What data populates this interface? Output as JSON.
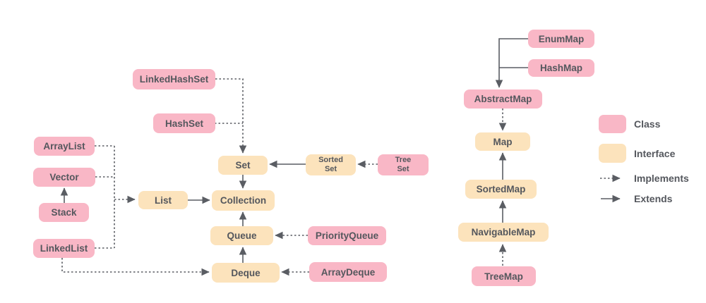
{
  "colors": {
    "class_fill": "#f9b7c6",
    "interface_fill": "#fce3bc",
    "arrow": "#5a5d63",
    "text": "#54575d",
    "background": "#ffffff"
  },
  "nodes": {
    "arraylist": {
      "label": "ArrayList",
      "type": "class"
    },
    "vector": {
      "label": "Vector",
      "type": "class"
    },
    "stack": {
      "label": "Stack",
      "type": "class"
    },
    "linkedlist": {
      "label": "LinkedList",
      "type": "class"
    },
    "linkedhashset": {
      "label": "LinkedHashSet",
      "type": "class"
    },
    "hashset": {
      "label": "HashSet",
      "type": "class"
    },
    "list": {
      "label": "List",
      "type": "interface"
    },
    "set": {
      "label": "Set",
      "type": "interface"
    },
    "collection": {
      "label": "Collection",
      "type": "interface"
    },
    "queue": {
      "label": "Queue",
      "type": "interface"
    },
    "deque": {
      "label": "Deque",
      "type": "interface"
    },
    "sortedset": {
      "lines": [
        "Sorted",
        "Set"
      ],
      "type": "interface"
    },
    "treeset": {
      "lines": [
        "Tree",
        "Set"
      ],
      "type": "class"
    },
    "priorityqueue": {
      "label": "PriorityQueue",
      "type": "class"
    },
    "arraydeque": {
      "label": "ArrayDeque",
      "type": "class"
    },
    "enummap": {
      "label": "EnumMap",
      "type": "class"
    },
    "hashmap": {
      "label": "HashMap",
      "type": "class"
    },
    "abstractmap": {
      "label": "AbstractMap",
      "type": "class"
    },
    "map": {
      "label": "Map",
      "type": "interface"
    },
    "sortedmap": {
      "label": "SortedMap",
      "type": "interface"
    },
    "navigablemap": {
      "label": "NavigableMap",
      "type": "interface"
    },
    "treemap": {
      "label": "TreeMap",
      "type": "class"
    }
  },
  "edges": [
    {
      "from": "ArrayList",
      "to": "List",
      "relation": "implements"
    },
    {
      "from": "Vector",
      "to": "List",
      "relation": "implements"
    },
    {
      "from": "LinkedList",
      "to": "List",
      "relation": "implements"
    },
    {
      "from": "LinkedList",
      "to": "Deque",
      "relation": "implements"
    },
    {
      "from": "Stack",
      "to": "Vector",
      "relation": "extends"
    },
    {
      "from": "LinkedHashSet",
      "to": "Set",
      "relation": "implements"
    },
    {
      "from": "HashSet",
      "to": "Set",
      "relation": "implements"
    },
    {
      "from": "TreeSet",
      "to": "SortedSet",
      "relation": "implements"
    },
    {
      "from": "SortedSet",
      "to": "Set",
      "relation": "extends"
    },
    {
      "from": "List",
      "to": "Collection",
      "relation": "extends"
    },
    {
      "from": "Set",
      "to": "Collection",
      "relation": "extends"
    },
    {
      "from": "Queue",
      "to": "Collection",
      "relation": "extends"
    },
    {
      "from": "Deque",
      "to": "Queue",
      "relation": "extends"
    },
    {
      "from": "PriorityQueue",
      "to": "Queue",
      "relation": "implements"
    },
    {
      "from": "ArrayDeque",
      "to": "Deque",
      "relation": "implements"
    },
    {
      "from": "EnumMap",
      "to": "AbstractMap",
      "relation": "extends"
    },
    {
      "from": "HashMap",
      "to": "AbstractMap",
      "relation": "extends"
    },
    {
      "from": "AbstractMap",
      "to": "Map",
      "relation": "implements"
    },
    {
      "from": "SortedMap",
      "to": "Map",
      "relation": "extends"
    },
    {
      "from": "NavigableMap",
      "to": "SortedMap",
      "relation": "extends"
    },
    {
      "from": "TreeMap",
      "to": "NavigableMap",
      "relation": "implements"
    }
  ],
  "legend": {
    "class_label": "Class",
    "interface_label": "Interface",
    "implements_label": "Implements",
    "extends_label": "Extends"
  }
}
